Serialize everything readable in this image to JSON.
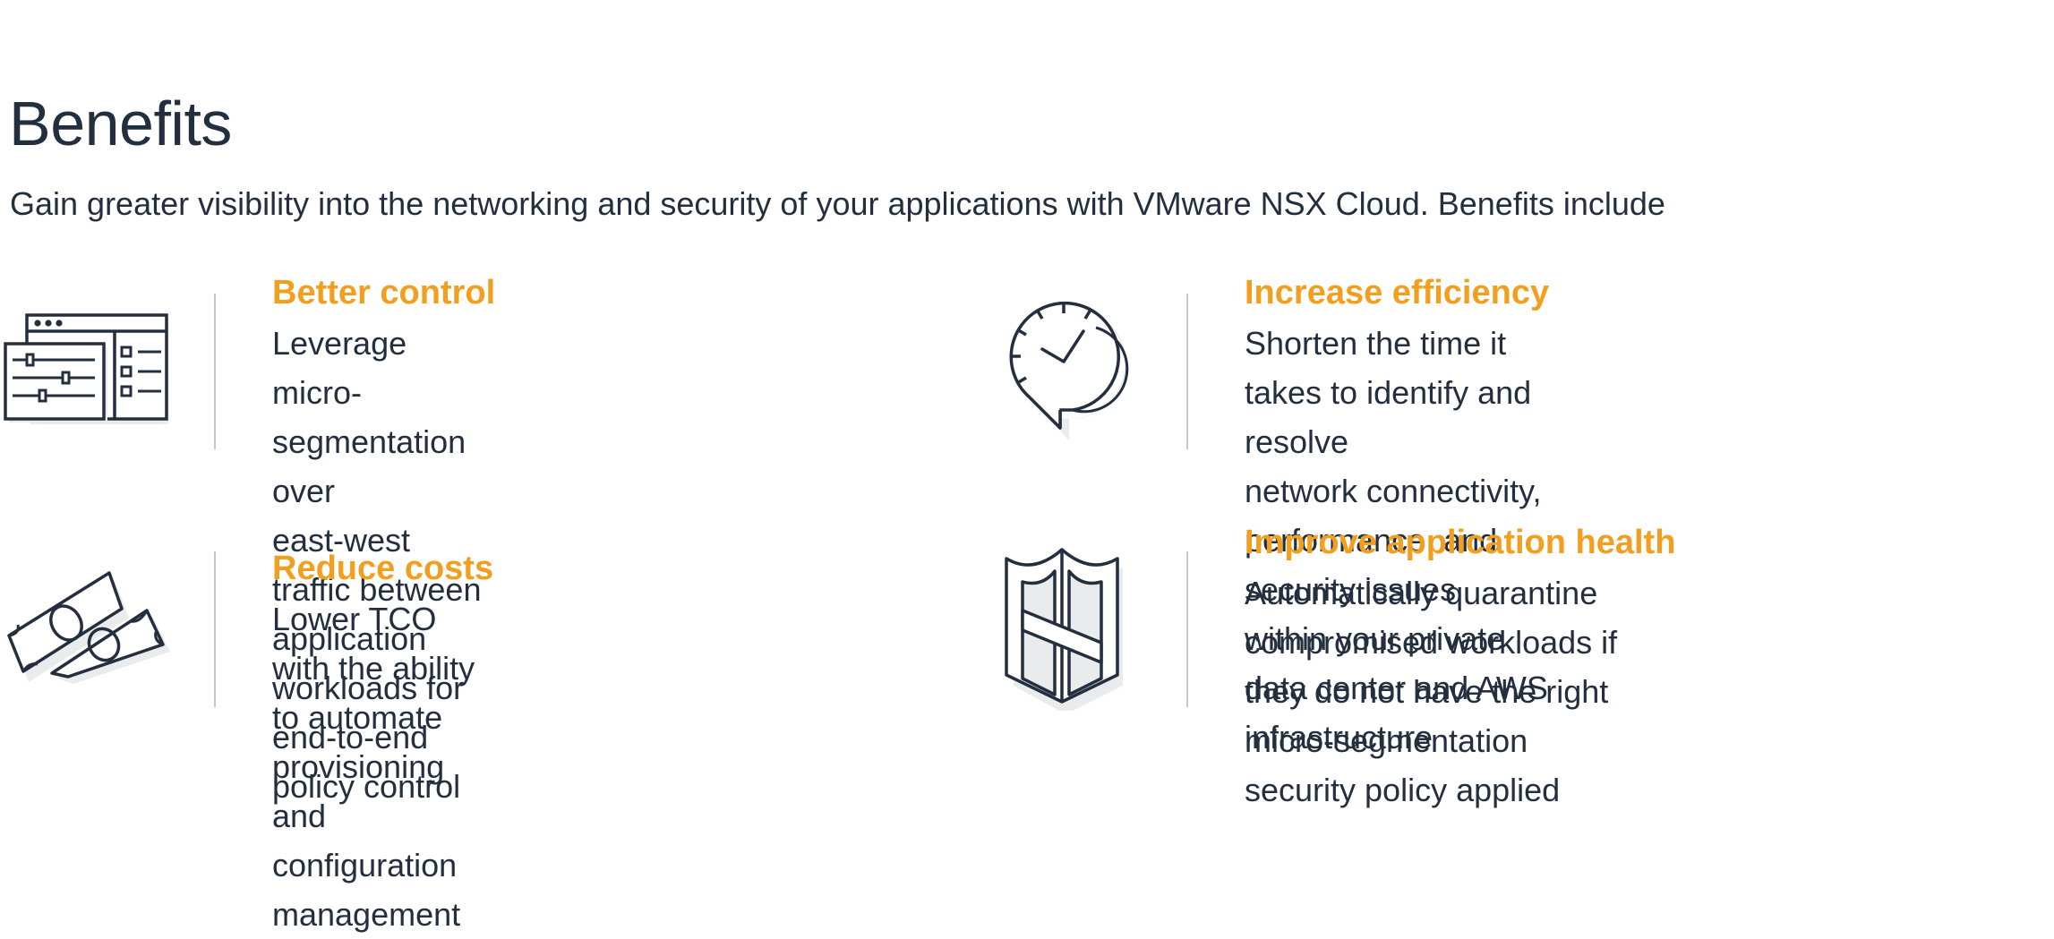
{
  "page": {
    "title": "Benefits",
    "intro": "Gain greater visibility into the networking and security of your applications with VMware NSX Cloud. Benefits include"
  },
  "benefits": [
    {
      "icon": "control-panel-icon",
      "title": "Better control",
      "description": "Leverage micro-segmentation over\neast-west traffic between application\nworkloads for end-to-end policy control"
    },
    {
      "icon": "clock-icon",
      "title": "Increase efficiency",
      "description": "Shorten the time it takes to identify and resolve\nnetwork connectivity, performance, and security issues\nwithin your private data center and AWS infrastructure"
    },
    {
      "icon": "money-icon",
      "title": "Reduce costs",
      "description": "Lower TCO with the ability to automate\nprovisioning and configuration management"
    },
    {
      "icon": "shield-icon",
      "title": "Improve application health",
      "description": "Automatically quarantine compromised workloads if\nthey do not have the right micro-segmentation\nsecurity policy applied"
    }
  ],
  "colors": {
    "heading": "#232f3e",
    "accent": "#f29f1f",
    "divider": "#c6c9cc",
    "icon_stroke": "#232f3e",
    "icon_shadow": "#e9ebed"
  }
}
